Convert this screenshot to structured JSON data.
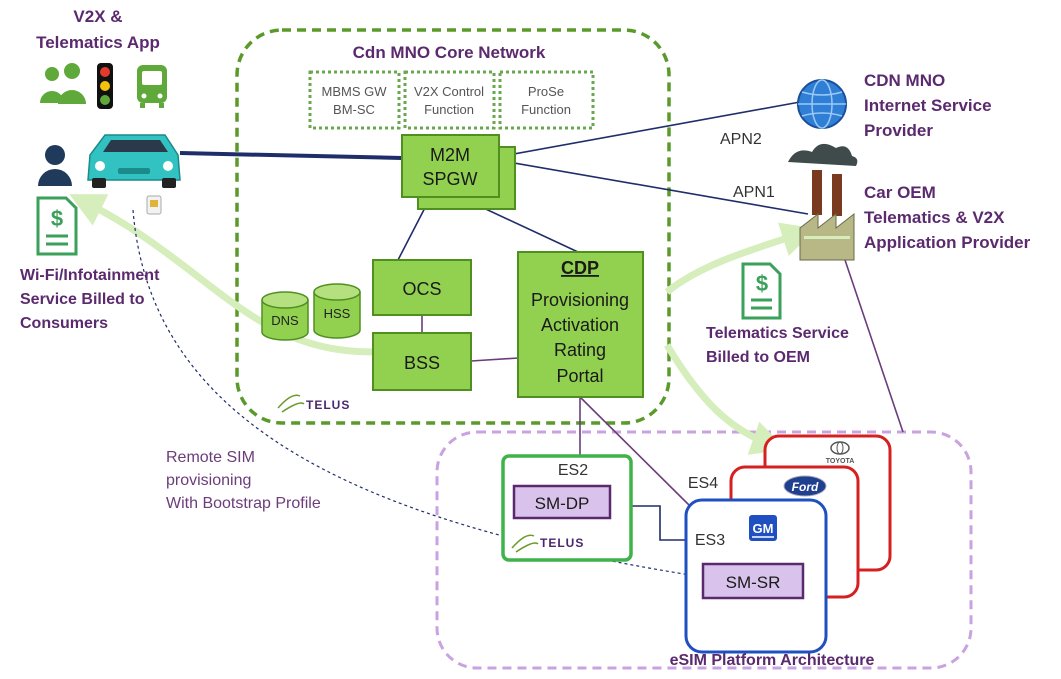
{
  "v2x_app": {
    "line1": "V2X &",
    "line2": "Telematics App"
  },
  "core_network": {
    "title": "Cdn MNO Core Network",
    "mbms": [
      "MBMS GW",
      "BM-SC"
    ],
    "v2x_control": [
      "V2X Control",
      "Function"
    ],
    "prose": [
      "ProSe",
      "Function"
    ],
    "m2m": [
      "M2M",
      "SPGW"
    ],
    "ocs": "OCS",
    "bss": "BSS",
    "dns": "DNS",
    "hss": "HSS",
    "cdp_title": "CDP",
    "cdp_lines": [
      "Provisioning",
      "Activation",
      "Rating",
      "Portal"
    ],
    "telus_logo": "TELUS"
  },
  "internet_provider": [
    "CDN MNO",
    "Internet Service",
    "Provider"
  ],
  "car_oem": [
    "Car OEM",
    "Telematics & V2X",
    "Application Provider"
  ],
  "apn": {
    "apn1": "APN1",
    "apn2": "APN2"
  },
  "wifi_billing": [
    "Wi-Fi/Infotainment",
    "Service Billed to",
    "Consumers"
  ],
  "telematics_billing": [
    "Telematics Service",
    "Billed to OEM"
  ],
  "remote_sim": [
    "Remote SIM",
    "provisioning",
    "With Bootstrap Profile"
  ],
  "esim": {
    "title": "eSIM Platform Architecture",
    "es2": "ES2",
    "es3": "ES3",
    "es4": "ES4",
    "sm_dp": "SM-DP",
    "sm_sr": "SM-SR",
    "telus_logo": "TELUS",
    "toyota": "TOYOTA",
    "ford": "Ford",
    "gm": "GM"
  },
  "colors": {
    "core_green": "#5a9a2a",
    "box_green": "#92d050",
    "purple": "#5b2a6e",
    "navy_line": "#1f2d6b",
    "esim_border": "#c9a2e0",
    "gm_blue": "#1f4fc0",
    "toyota_red": "#d62020",
    "billing_arrow": "#d5eebc"
  },
  "icons": [
    "people-icon",
    "traffic-light-icon",
    "bus-icon",
    "person-icon",
    "car-icon",
    "sim-card-icon",
    "invoice-icon",
    "globe-icon",
    "factory-icon",
    "database-icon"
  ]
}
